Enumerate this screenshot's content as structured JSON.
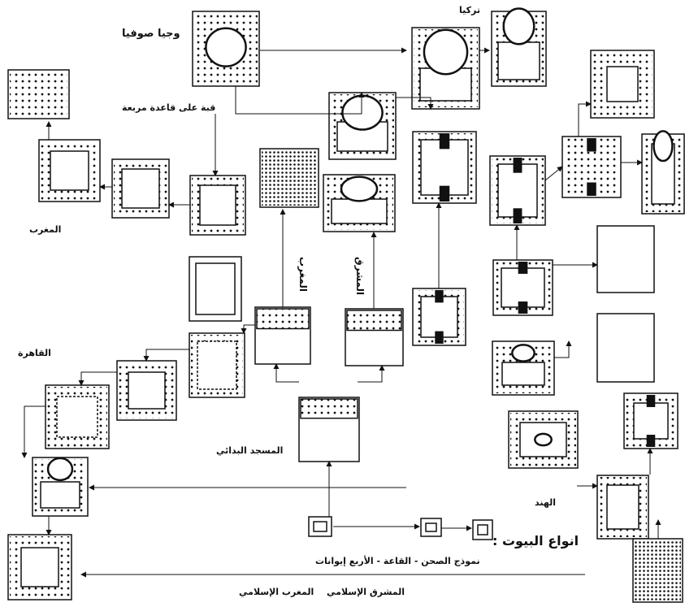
{
  "labels": {
    "hagia_sophia": "وجيا صوفيا",
    "turkey": "تركيا",
    "dome_on_square": "قبة على قاعدة مربعة",
    "maghreb": "المغرب",
    "cairo": "القاهرة",
    "primitive_mosque": "المسجد البدائي",
    "india": "الهند",
    "vertical_maghreb": "المغرب",
    "vertical_mashreq": "المشرق",
    "house_types": "انواع البيوت :",
    "house_models": "نموذج الصحن - القاعة - الأربع إيوانات",
    "islamic_east": "المشرق الإسلامي",
    "islamic_west": "المغرب الإسلامي"
  },
  "colors": {
    "ink": "#111111",
    "paper": "#ffffff"
  }
}
